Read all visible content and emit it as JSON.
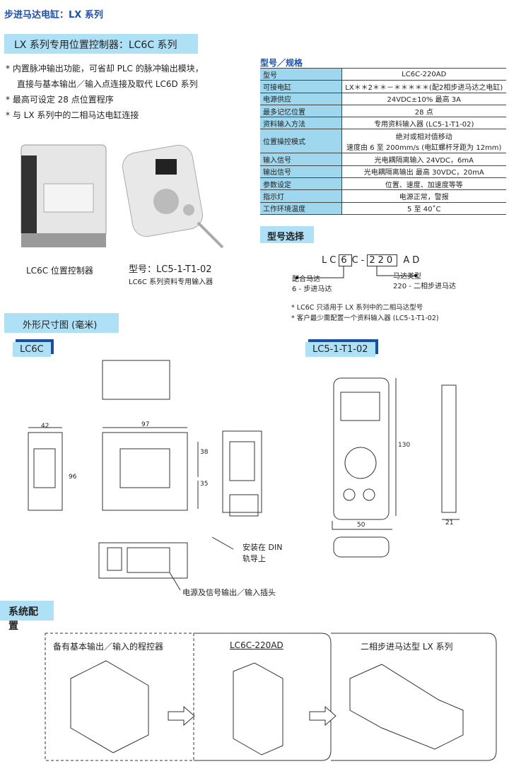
{
  "page_title": "步进马达电缸：LX 系列",
  "section_title": "LX 系列专用位置控制器：LC6C 系列",
  "features": [
    "* 内置脉冲输出功能，可省却 PLC 的脉冲输出模块，",
    "直接与基本输出／输入点连接及取代 LC6D 系列",
    "* 最高可设定 28 点位置程序",
    "* 与 LX 系列中的二相马达电缸连接"
  ],
  "product1_caption": "LC6C 位置控制器",
  "product2_model": "型号：LC5-1-T1-02",
  "product2_caption": "LC6C 系列资料专用输入器",
  "spec": {
    "title": "型号／规格",
    "rows": [
      [
        "型号",
        "LC6C-220AD"
      ],
      [
        "可接电缸",
        "LX＊＊2＊＊－＊＊＊＊＊(配2相步进马达之电缸)"
      ],
      [
        "电源供应",
        "24VDC±10% 最高 3A"
      ],
      [
        "最多记忆位置",
        "28 点"
      ],
      [
        "资料输入方法",
        "专用资料输入器 (LC5-1-T1-02)"
      ],
      [
        "位置操控模式",
        "绝对或相对值移动\n速度由 6 至 200mm/s (电缸螺杆牙距为 12mm)"
      ],
      [
        "输入信号",
        "光电耦隔离输入 24VDC，6mA"
      ],
      [
        "输出信号",
        "光电耦隔离输出  最高 30VDC，20mA"
      ],
      [
        "参数设定",
        "位置、速度、加速度等等"
      ],
      [
        "指示灯",
        "电源正常，警报"
      ],
      [
        "工作环境温度",
        "5 至 40˚C"
      ]
    ]
  },
  "model_select": {
    "title": "型号选择",
    "p1": "LC",
    "b1": "6",
    "p2": "C-",
    "b2": "220",
    "p3": "AD",
    "left_l1": "配合马达",
    "left_l2": "6 - 步进马达",
    "right_l1": "马达类型",
    "right_l2": "220 - 二相步进马达",
    "note1": "* LC6C 只适用于 LX 系列中的二相马达型号",
    "note2": "* 客户最少需配置一个资料输入器 (LC5-1-T1-02)"
  },
  "dims": {
    "title": "外形尺寸图 (毫米)",
    "tab_left": "LC6C",
    "tab_right": "LC5-1-T1-02",
    "d42": "42",
    "d96": "96",
    "d97": "97",
    "d38": "38",
    "d35": "35",
    "d130": "130",
    "d50": "50",
    "d21": "21",
    "din": "安装在 DIN",
    "din2": "轨导上",
    "plug": "电源及信号输出／输入插头"
  },
  "system": {
    "title": "系统配置",
    "plc": "备有基本输出／输入的程控器",
    "ctrl": "LC6C-220AD",
    "motor": "二相步进马达型 LX 系列"
  }
}
